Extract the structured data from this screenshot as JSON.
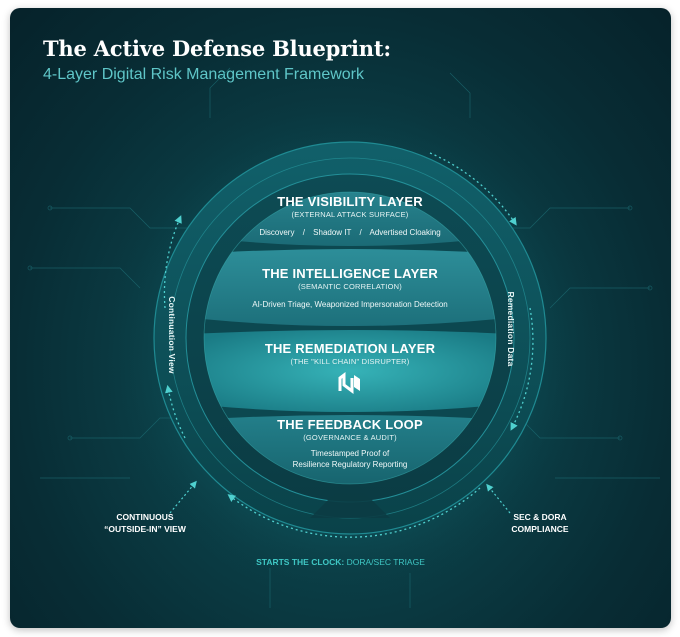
{
  "title": "The Active Defense Blueprint:",
  "subtitle": "4-Layer Digital Risk Management Framework",
  "layers": [
    {
      "title": "THE VISIBILITY LAYER",
      "subtitle": "(EXTERNAL ATTACK SURFACE)",
      "items": [
        "Discovery",
        "Shadow IT",
        "Advertised Cloaking"
      ],
      "separator": "/"
    },
    {
      "title": "THE INTELLIGENCE LAYER",
      "subtitle": "(SEMANTIC CORRELATION)",
      "description": "AI-Driven Triage, Weaponized Impersonation Detection"
    },
    {
      "title": "THE REMEDIATION LAYER",
      "subtitle": "(THE \"KILL CHAIN\" DISRUPTER)",
      "icon": "logo-mark-icon"
    },
    {
      "title": "THE FEEDBACK LOOP",
      "subtitle": "(GOVERNANCE & AUDIT)",
      "description_lines": [
        "Timestamped Proof of",
        "Resilience Regulatory Reporting"
      ]
    }
  ],
  "side_labels": {
    "left": "Continuation View",
    "right": "Remediation Data"
  },
  "corner_labels": {
    "left_lines": [
      "CONTINUOUS",
      "“OUTSIDE-IN” VIEW"
    ],
    "right_lines": [
      "SEC & DORA",
      "COMPLIANCE"
    ]
  },
  "footer": {
    "strong": "STARTS THE CLOCK:",
    "soft": " DORA/SEC TRIAGE"
  },
  "colors": {
    "background_dark": "#06222a",
    "background_mid": "#0b3f47",
    "accent_teal": "#3fc7c4",
    "subtitle_teal": "#5fc6c8",
    "layer_fill": "#1b7480"
  }
}
